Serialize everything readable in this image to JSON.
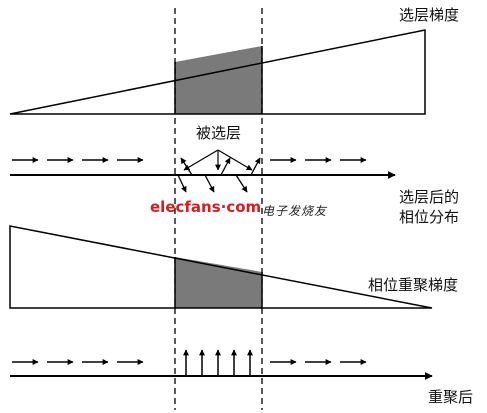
{
  "labels": {
    "slice_gradient": "选层梯度",
    "selected_slice": "被选层",
    "phase_after_line1": "选层后的",
    "phase_after_line2": "相位分布",
    "rephase_gradient": "相位重聚梯度",
    "after_rephase": "重聚后"
  },
  "watermark": {
    "brand": "elecfans·com",
    "cn": "电子发烧友"
  },
  "colors": {
    "stroke": "#000000",
    "fill_selected": "#7a7a7a",
    "watermark_red": "#d41e1e"
  }
}
